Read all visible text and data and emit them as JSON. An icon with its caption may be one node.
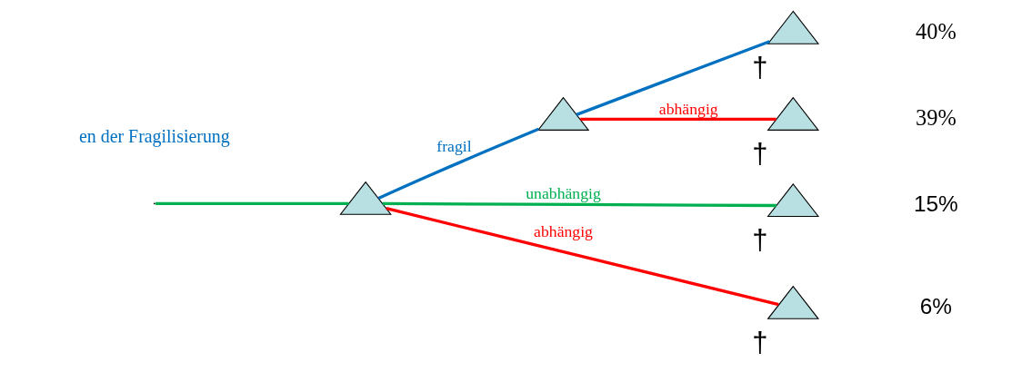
{
  "diagram": {
    "nodes": [
      {
        "text": [],
        "shape": "triangle"
      },
      {
        "text": [],
        "shape": "triangle"
      },
      {
        "text": [],
        "shape": "triangle",
        "beside": [
          "†"
        ]
      },
      {
        "text": [],
        "shape": "triangle",
        "beside": [
          "†"
        ]
      },
      {
        "text": [],
        "shape": "triangle",
        "beside": [
          "†"
        ]
      },
      {
        "text": [],
        "shape": "triangle",
        "beside": [
          "†"
        ]
      }
    ],
    "edges": [
      {
        "from": null,
        "to": 0,
        "arrow": "none",
        "color": "#00b050"
      },
      {
        "from": 0,
        "to": 2,
        "arrow": "none",
        "label": "unabhängig",
        "color": "#00b050"
      },
      {
        "from": 0,
        "to": 1,
        "arrow": "none",
        "label": "fragil",
        "color": "#0070c0"
      },
      {
        "from": 1,
        "to": 3,
        "arrow": "none",
        "color": "#0070c0"
      },
      {
        "from": 1,
        "to": 4,
        "arrow": "none",
        "label": "abhängig",
        "color": "#ff0000"
      },
      {
        "from": 0,
        "to": 5,
        "arrow": "none",
        "label": "abhängig",
        "color": "#ff0000"
      }
    ],
    "labels": [
      "15%",
      "40%",
      "39%",
      "6%",
      "en der Fragilisierung"
    ]
  }
}
